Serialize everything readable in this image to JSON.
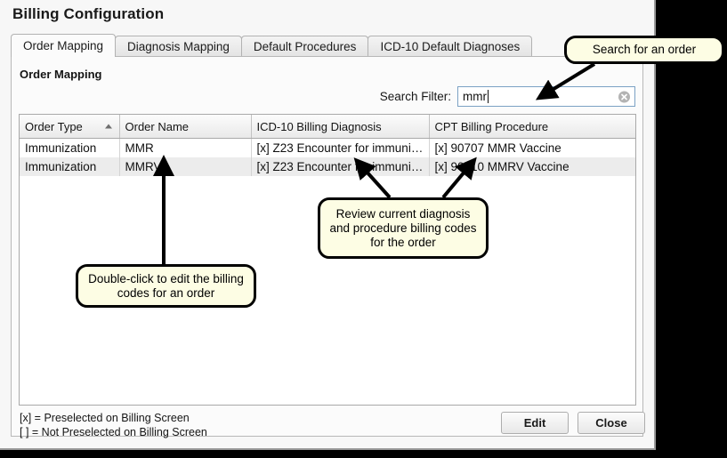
{
  "window": {
    "title": "Billing Configuration"
  },
  "tabs": [
    {
      "label": "Order Mapping",
      "active": true
    },
    {
      "label": "Diagnosis Mapping",
      "active": false
    },
    {
      "label": "Default Procedures",
      "active": false
    },
    {
      "label": "ICD-10 Default Diagnoses",
      "active": false
    }
  ],
  "panel": {
    "heading": "Order Mapping"
  },
  "search": {
    "label": "Search Filter:",
    "value": "mmr",
    "placeholder": "",
    "clear_icon": "clear-circle-icon"
  },
  "table": {
    "columns": [
      {
        "label": "Order Type",
        "sorted": true,
        "sort_direction": "ascending"
      },
      {
        "label": "Order Name",
        "sorted": false
      },
      {
        "label": "ICD-10 Billing Diagnosis",
        "sorted": false
      },
      {
        "label": "CPT Billing Procedure",
        "sorted": false
      }
    ],
    "rows": [
      {
        "order_type": "Immunization",
        "order_name": "MMR",
        "icd10_billing_diagnosis": "[x] Z23 Encounter for immuni…",
        "cpt_billing_procedure": "[x] 90707 MMR Vaccine"
      },
      {
        "order_type": "Immunization",
        "order_name": "MMRV",
        "icd10_billing_diagnosis": "[x] Z23 Encounter for immuni…",
        "cpt_billing_procedure": "[x] 90710 MMRV Vaccine"
      }
    ]
  },
  "legend": {
    "line1": "[x] = Preselected on Billing Screen",
    "line2": "[ ] = Not Preselected on Billing Screen"
  },
  "buttons": {
    "edit": "Edit",
    "close": "Close"
  },
  "annotations": [
    {
      "id": "search",
      "text": "Search for an order"
    },
    {
      "id": "review",
      "text": "Review current diagnosis and procedure billing codes for the order"
    },
    {
      "id": "dblclick",
      "text": "Double-click to edit the billing codes for an order"
    }
  ],
  "colors": {
    "callout_fill": "#fdfde4",
    "callout_border": "#000000",
    "window_background": "#f7f7f7",
    "panel_background": "#fbfbfb",
    "row_alt": "#ececec",
    "outside_background": "#000000"
  }
}
